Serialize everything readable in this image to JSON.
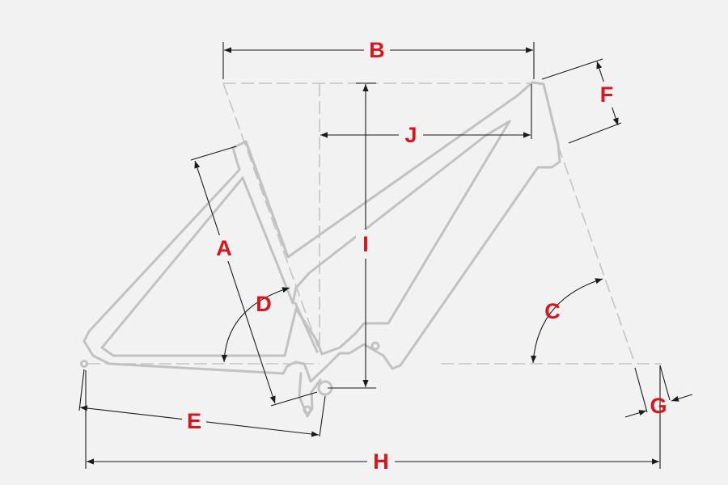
{
  "colors": {
    "background": "#f2f2f2",
    "frame_outline": "#c2c2c2",
    "reference_dashes": "#c4c4c4",
    "dimension_lines": "#1b1b1b",
    "label_red": "#d9141b"
  },
  "labels": {
    "A": "A",
    "B": "B",
    "C": "C",
    "D": "D",
    "E": "E",
    "F": "F",
    "G": "G",
    "H": "H",
    "I": "I",
    "J": "J"
  }
}
